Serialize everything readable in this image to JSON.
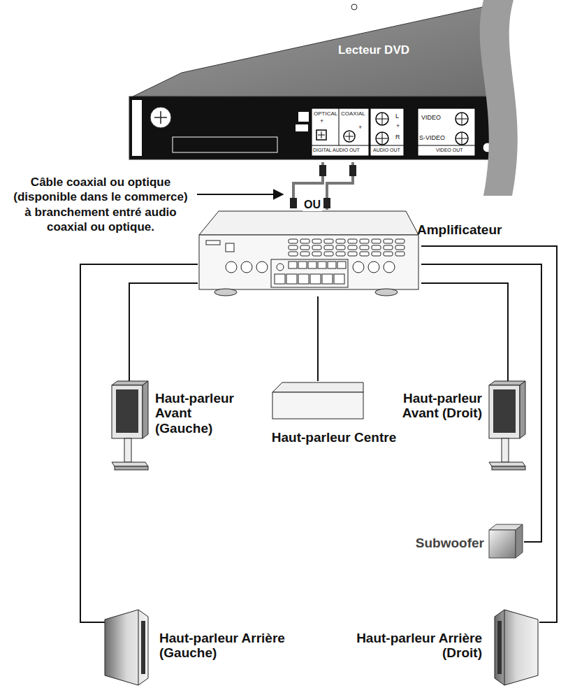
{
  "diagram": {
    "nodes": [
      {
        "text": [
          "Lecteur DVD"
        ]
      },
      {
        "text": [
          "Amplificateur"
        ]
      },
      {
        "text": [
          "Haut-parleur Avant (Gauche)"
        ]
      },
      {
        "text": [
          "Haut-parleur Centre"
        ]
      },
      {
        "text": [
          "Haut-parleur Avant (Droit)"
        ]
      },
      {
        "text": [
          "Subwoofer"
        ]
      },
      {
        "text": [
          "Haut-parleur Arrière (Gauche)"
        ]
      },
      {
        "text": [
          "Haut-parleur Arrière (Droit)"
        ]
      }
    ],
    "edges": [
      {
        "from": 0,
        "to": 1,
        "label": "OU",
        "arrow": "none"
      },
      {
        "from": 1,
        "to": 2,
        "arrow": "none"
      },
      {
        "from": 1,
        "to": 3,
        "arrow": "none"
      },
      {
        "from": 1,
        "to": 4,
        "arrow": "none"
      },
      {
        "from": 1,
        "to": 5,
        "arrow": "none"
      },
      {
        "from": 1,
        "to": 6,
        "arrow": "none"
      },
      {
        "from": 1,
        "to": 7,
        "arrow": "none"
      }
    ],
    "labels": [
      "OPTICAL",
      "+",
      "COAXIAL",
      "+",
      "DIGITAL AUDIO OUT",
      "L",
      "+",
      "R",
      "AUDIO OUT",
      "VIDEO",
      "S-VIDEO",
      "VIDEO OUT",
      "Câble coaxial ou optique (disponible dans le commerce) à branchement entré audio coaxial ou optique."
    ]
  }
}
